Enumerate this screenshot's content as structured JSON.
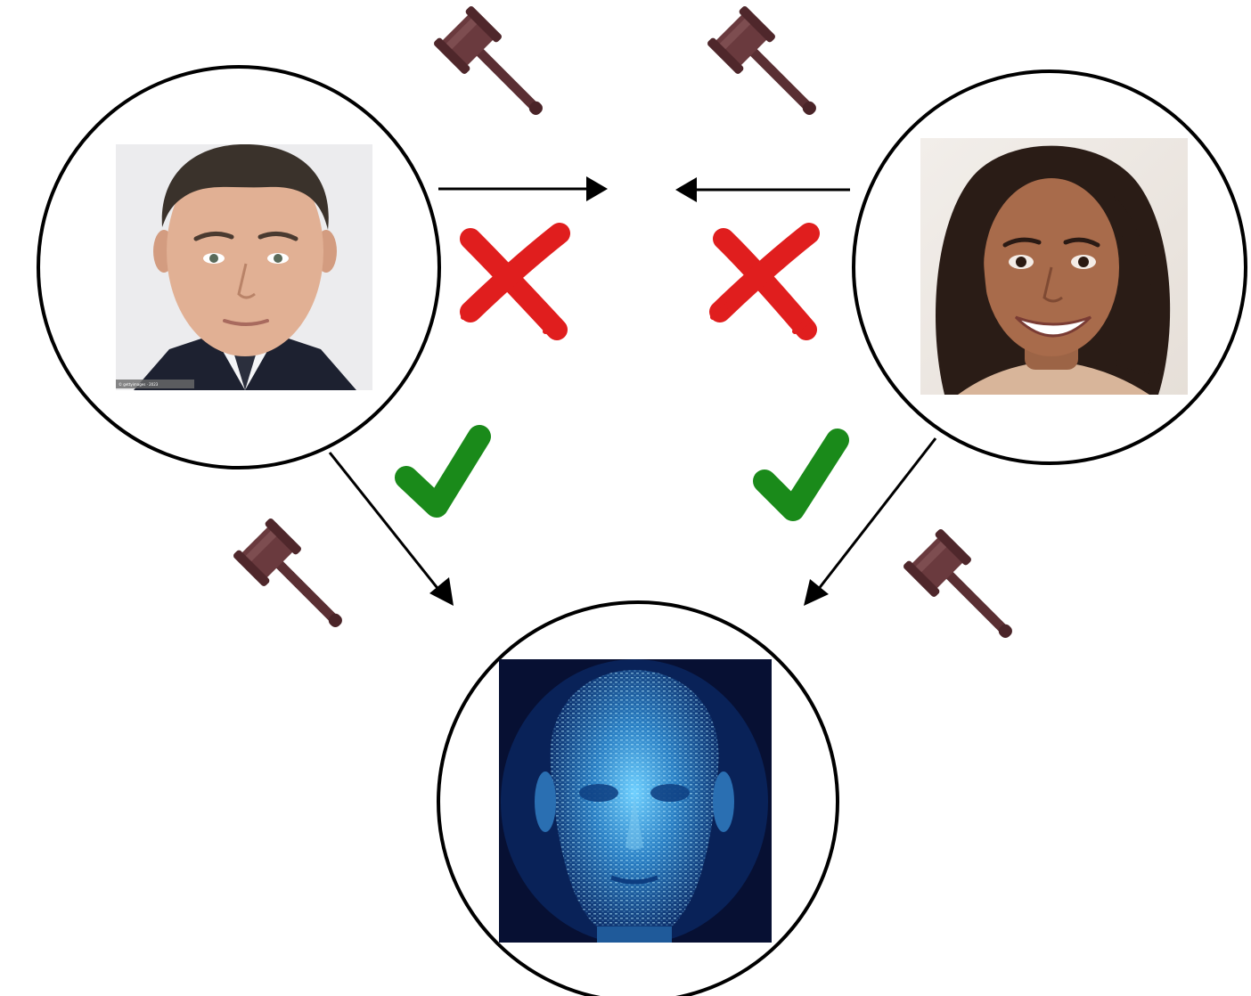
{
  "diagram": {
    "nodes": [
      {
        "id": "person-left",
        "kind": "photo",
        "subject": "man in suit, portrait photo"
      },
      {
        "id": "person-right",
        "kind": "photo",
        "subject": "smiling woman, portrait photo"
      },
      {
        "id": "ai-head",
        "kind": "image",
        "subject": "digital blue human head made of code"
      }
    ],
    "edges": [
      {
        "from": "person-left",
        "to": "center",
        "marker": "cross-mark",
        "color": "#e01e1e"
      },
      {
        "from": "person-right",
        "to": "center",
        "marker": "cross-mark",
        "color": "#e01e1e"
      },
      {
        "from": "person-left",
        "to": "ai-head",
        "marker": "check-mark",
        "color": "#1a8a1a"
      },
      {
        "from": "person-right",
        "to": "ai-head",
        "marker": "check-mark",
        "color": "#1a8a1a"
      }
    ],
    "icons": [
      "gavel-icon",
      "gavel-icon",
      "gavel-icon",
      "gavel-icon"
    ],
    "photo_credit": "© gettyimages · 2023",
    "colors": {
      "outline": "#000000",
      "cross": "#e01e1e",
      "check": "#1a8a1a",
      "gavel": "#5a2f33",
      "ai_background": "#071033",
      "ai_face": "#2f8fd0"
    }
  }
}
